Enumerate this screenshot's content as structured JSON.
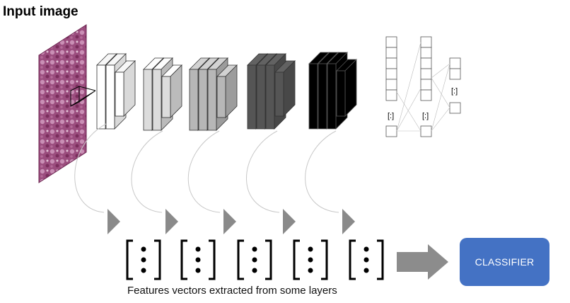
{
  "title": "Input image",
  "caption": "Features vectors extracted from some layers",
  "classifier_label": "CLASSIFIER",
  "colors": {
    "tissue": "#8b3a6b",
    "tissue_light": "#c98fb5",
    "classifier": "#4472c4",
    "arrow_gray": "#888888",
    "connector": "#bbbbbb"
  },
  "layer_block_shades": [
    "#ffffff",
    "#dcdcdc",
    "#b7b7b7",
    "#555555",
    "#000000"
  ],
  "feature_vectors_count": 5,
  "ellipsis_glyph": "[:]",
  "icons": [
    "curved-arrow-icon",
    "arrow-head-icon",
    "block-arrow-icon",
    "ellipsis-icon"
  ]
}
